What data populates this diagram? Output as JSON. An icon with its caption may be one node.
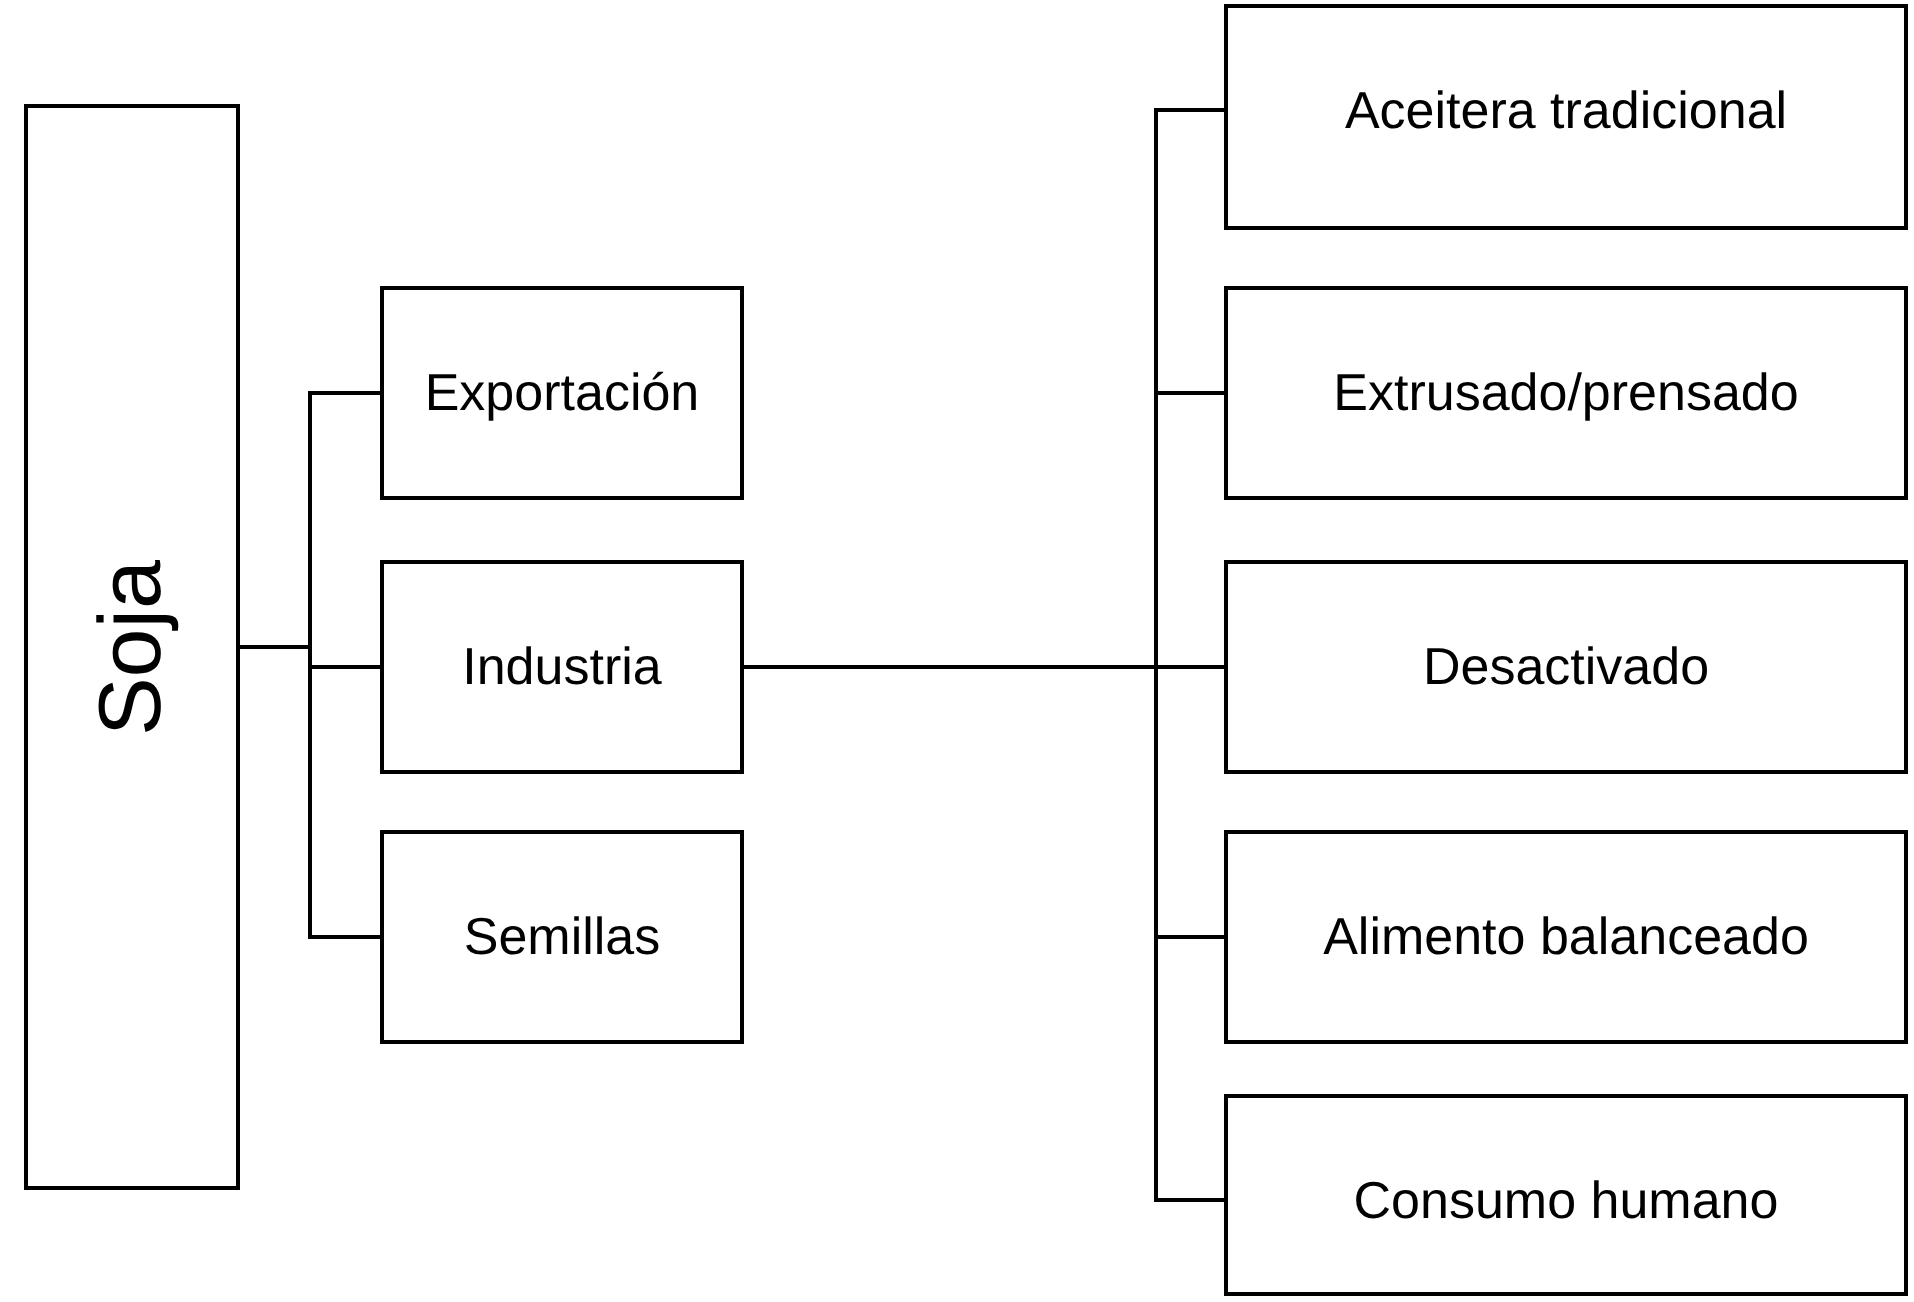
{
  "diagram": {
    "nodes": [
      {
        "text": [
          "Soja"
        ]
      },
      {
        "text": [
          "Exportación"
        ]
      },
      {
        "text": [
          "Industria"
        ]
      },
      {
        "text": [
          "Semillas"
        ]
      },
      {
        "text": [
          "Aceitera tradicional"
        ]
      },
      {
        "text": [
          "Extrusado/prensado"
        ]
      },
      {
        "text": [
          "Desactivado"
        ]
      },
      {
        "text": [
          "Alimento balanceado"
        ]
      },
      {
        "text": [
          "Consumo humano"
        ]
      }
    ],
    "edges": [
      {
        "from": 0,
        "to": 1,
        "arrow": "none"
      },
      {
        "from": 0,
        "to": 2,
        "arrow": "none"
      },
      {
        "from": 0,
        "to": 3,
        "arrow": "none"
      },
      {
        "from": 2,
        "to": 4,
        "arrow": "none"
      },
      {
        "from": 2,
        "to": 5,
        "arrow": "none"
      },
      {
        "from": 2,
        "to": 6,
        "arrow": "none"
      },
      {
        "from": 2,
        "to": 7,
        "arrow": "none"
      },
      {
        "from": 2,
        "to": 8,
        "arrow": "none"
      }
    ]
  }
}
